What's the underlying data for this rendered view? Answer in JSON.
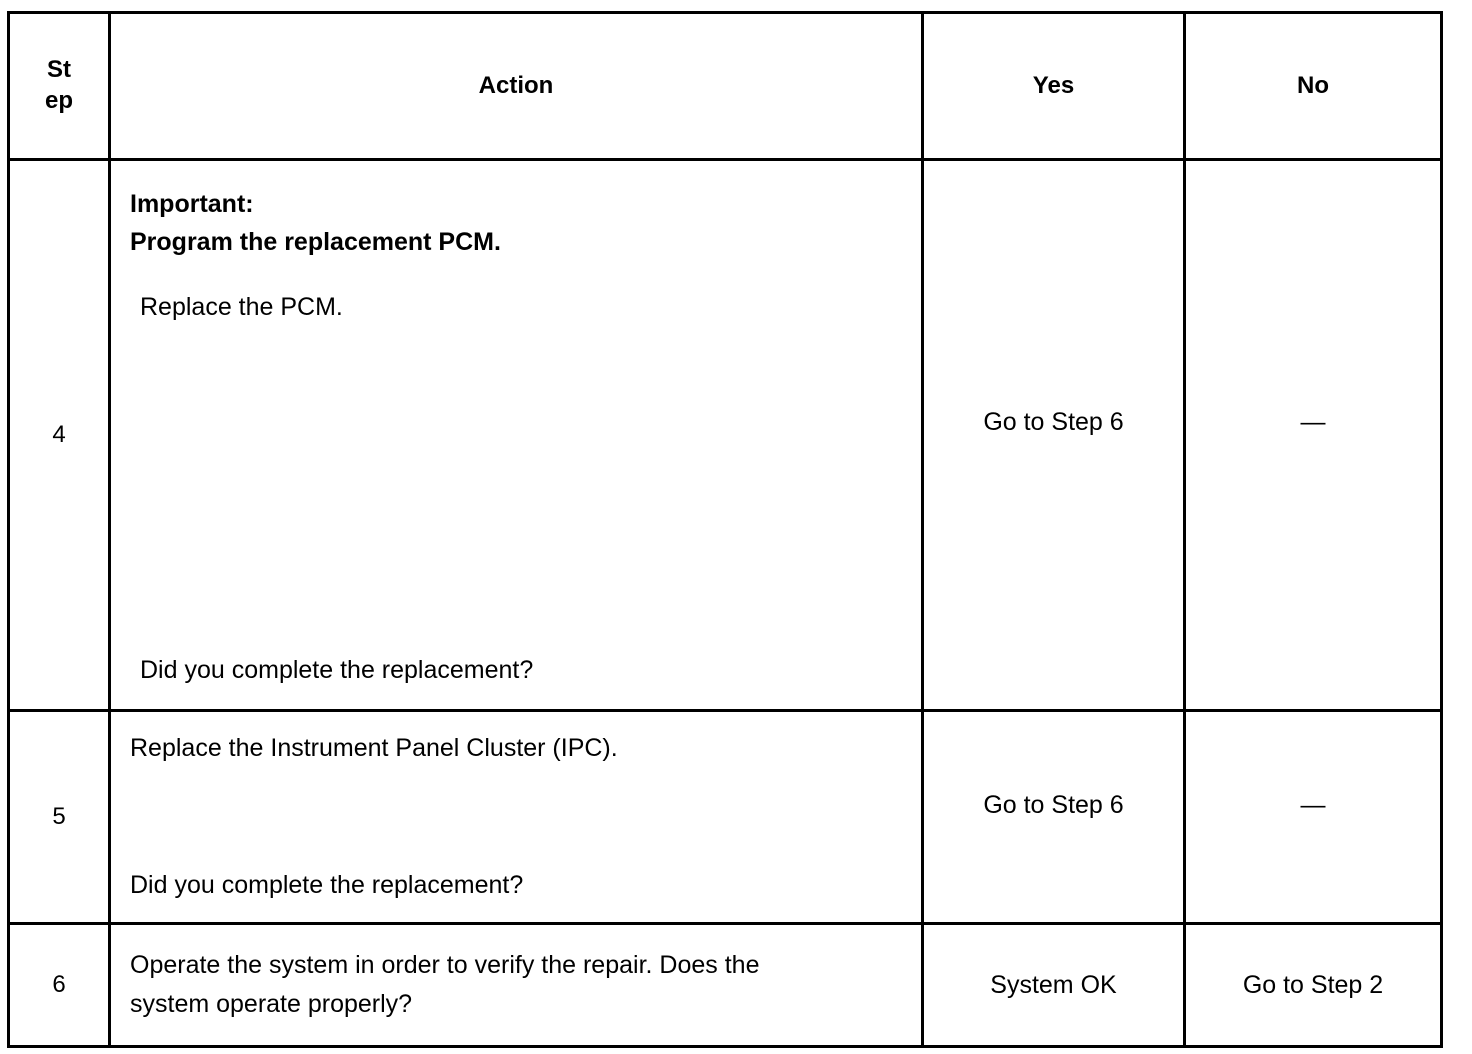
{
  "table": {
    "headers": {
      "step_line1": "St",
      "step_line2": "ep",
      "action": "Action",
      "yes": "Yes",
      "no": "No"
    },
    "rows": [
      {
        "step": "4",
        "action": {
          "note_label": "Important:",
          "note_text": "Program the replacement PCM.",
          "body": "Replace the PCM.",
          "question": "Did you complete the replacement?"
        },
        "yes": "Go to Step 6",
        "no": "—"
      },
      {
        "step": "5",
        "action": {
          "body": "Replace the Instrument Panel Cluster (IPC).",
          "question": "Did you complete the replacement?"
        },
        "yes": "Go to Step 6",
        "no": "—"
      },
      {
        "step": "6",
        "action": {
          "line1": "Operate the system in order to verify the repair. Does the",
          "line2": "system operate properly?"
        },
        "yes": "System OK",
        "no": "Go to Step 2"
      }
    ]
  },
  "colors": {
    "border": "#000000",
    "background": "#ffffff",
    "text": "#000000"
  }
}
